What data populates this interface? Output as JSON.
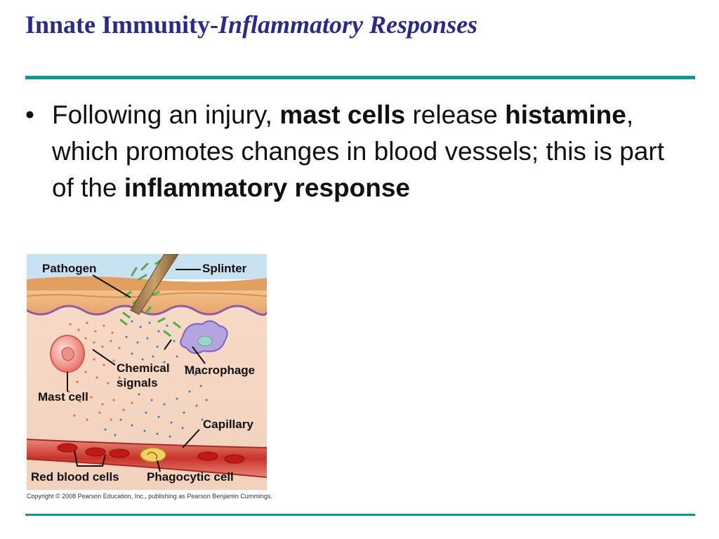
{
  "slide": {
    "title_plain": "Innate Immunity-",
    "title_italic": "Inflammatory Responses",
    "bullet": {
      "t1": "Following an injury, ",
      "b1": "mast cells",
      "t2": " release ",
      "b2": "histamine",
      "t3": ", which promotes changes in blood vessels; this is part of the ",
      "b3": "inflammatory response"
    },
    "accent_color": "#13948f",
    "title_color": "#2a2a8c"
  },
  "figure": {
    "labels": {
      "pathogen": "Pathogen",
      "splinter": "Splinter",
      "chemical_1": "Chemical",
      "chemical_2": "signals",
      "macrophage": "Macrophage",
      "mast_cell": "Mast cell",
      "capillary": "Capillary",
      "red_blood_cells": "Red blood cells",
      "phagocytic_cell": "Phagocytic cell"
    },
    "copyright": "Copyright © 2008 Pearson Education, Inc., publishing as Pearson Benjamin Cummings."
  }
}
